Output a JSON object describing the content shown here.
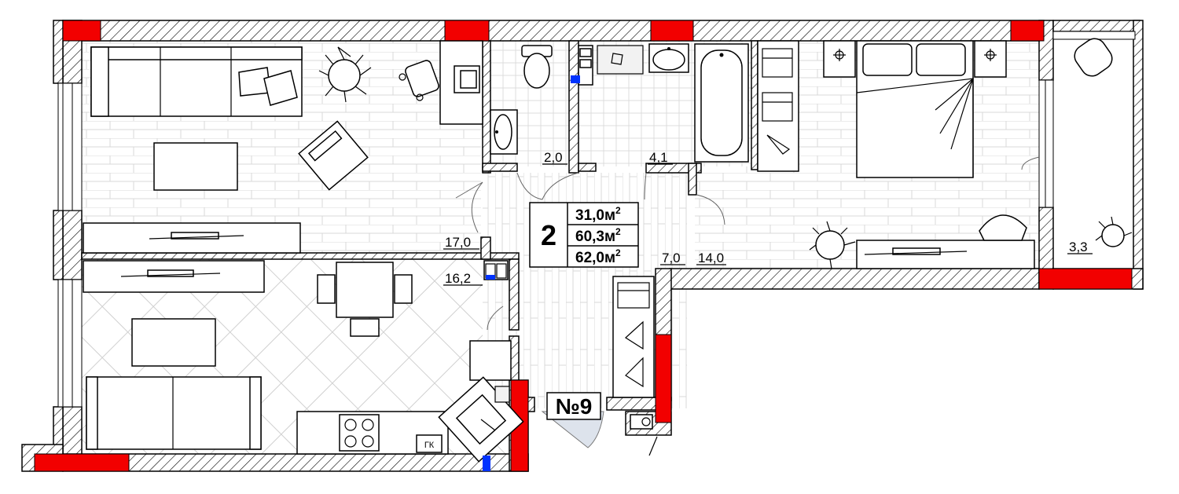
{
  "plan": {
    "rooms_count": "2",
    "areas": {
      "living": {
        "value": "31,0м",
        "sup": "2"
      },
      "total": {
        "value": "60,3м",
        "sup": "2"
      },
      "with_balcony": {
        "value": "62,0м",
        "sup": "2"
      }
    },
    "apartment_number": "№9",
    "room_areas": {
      "wc": "2,0",
      "bathroom": "4,1",
      "living_room": "17,0",
      "kitchen": "16,2",
      "hall": "7,0",
      "bedroom": "14,0",
      "balcony": "3,3"
    },
    "gas_boiler_label": "ГК",
    "colors": {
      "wall_hatch": "#000000",
      "load_bearing": "#f20000",
      "floor_lines": "#d9d9d9",
      "water_riser": "#0033ff"
    }
  }
}
